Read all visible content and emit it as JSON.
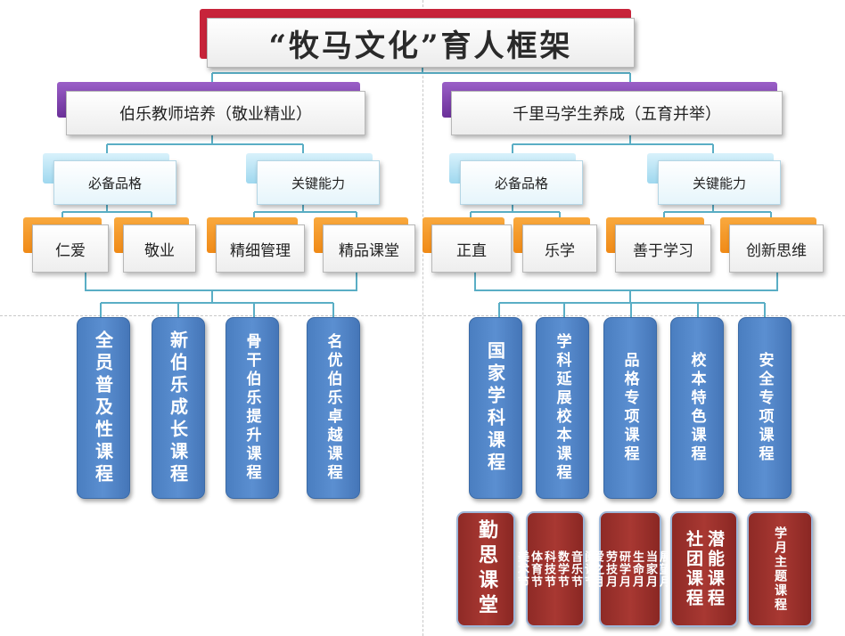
{
  "title": "“牧马文化”育人框架",
  "branches": [
    {
      "label": "伯乐教师培养（敬业精业）",
      "groups": [
        {
          "label": "必备品格",
          "items": [
            "仁爱",
            "敬业"
          ]
        },
        {
          "label": "关键能力",
          "items": [
            "精细管理",
            "精品课堂"
          ]
        }
      ],
      "courses": [
        "全员普及性课程",
        "新伯乐成长课程",
        "骨干伯乐提升课程",
        "名优伯乐卓越课程"
      ]
    },
    {
      "label": "千里马学生养成（五育并举）",
      "groups": [
        {
          "label": "必备品格",
          "items": [
            "正直",
            "乐学"
          ]
        },
        {
          "label": "关键能力",
          "items": [
            "善于学习",
            "创新思维"
          ]
        }
      ],
      "courses": [
        "国家学科课程",
        "学科延展校本课程",
        "品格专项课程",
        "校本特色课程",
        "安全专项课程"
      ],
      "sub_courses": [
        {
          "lines": [
            "勤思课堂"
          ]
        },
        {
          "lines": [
            "阅读节",
            "音乐节",
            "数学节",
            "科技节",
            "体育节",
            "美术节"
          ]
        },
        {
          "lines": [
            "展望月",
            "当家月",
            "生命月",
            "研学月",
            "劳技月",
            "爱之月"
          ]
        },
        {
          "lines": [
            "潜能课程",
            "社团课程"
          ]
        },
        {
          "lines": [
            "学月主题课程"
          ]
        }
      ]
    }
  ],
  "colors": {
    "title_accent": "#c7243a",
    "branch_accent": "#7a3fa8",
    "group_accent": "#a6dcf0",
    "trait_accent": "#f39a26",
    "course_fill": "#4f84c6",
    "sub_course_fill": "#9c322d",
    "connector": "#5aaec5"
  }
}
